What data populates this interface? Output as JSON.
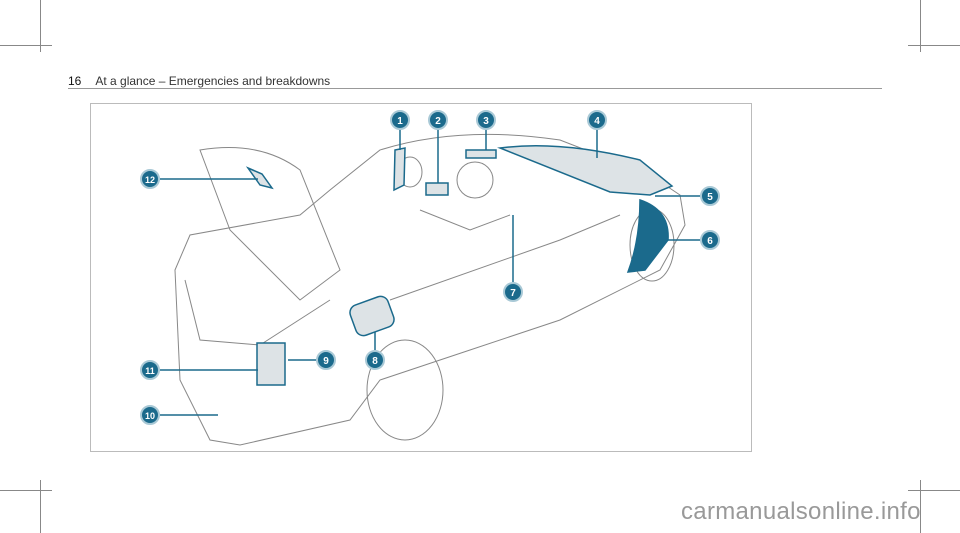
{
  "header": {
    "page_number": "16",
    "section": "At a glance – Emergencies and breakdowns"
  },
  "figure": {
    "callouts": [
      "1",
      "2",
      "3",
      "4",
      "5",
      "6",
      "7",
      "8",
      "9",
      "10",
      "11",
      "12"
    ],
    "accent_color": "#1b6a8c"
  },
  "watermark": "carmanualsonline.info"
}
